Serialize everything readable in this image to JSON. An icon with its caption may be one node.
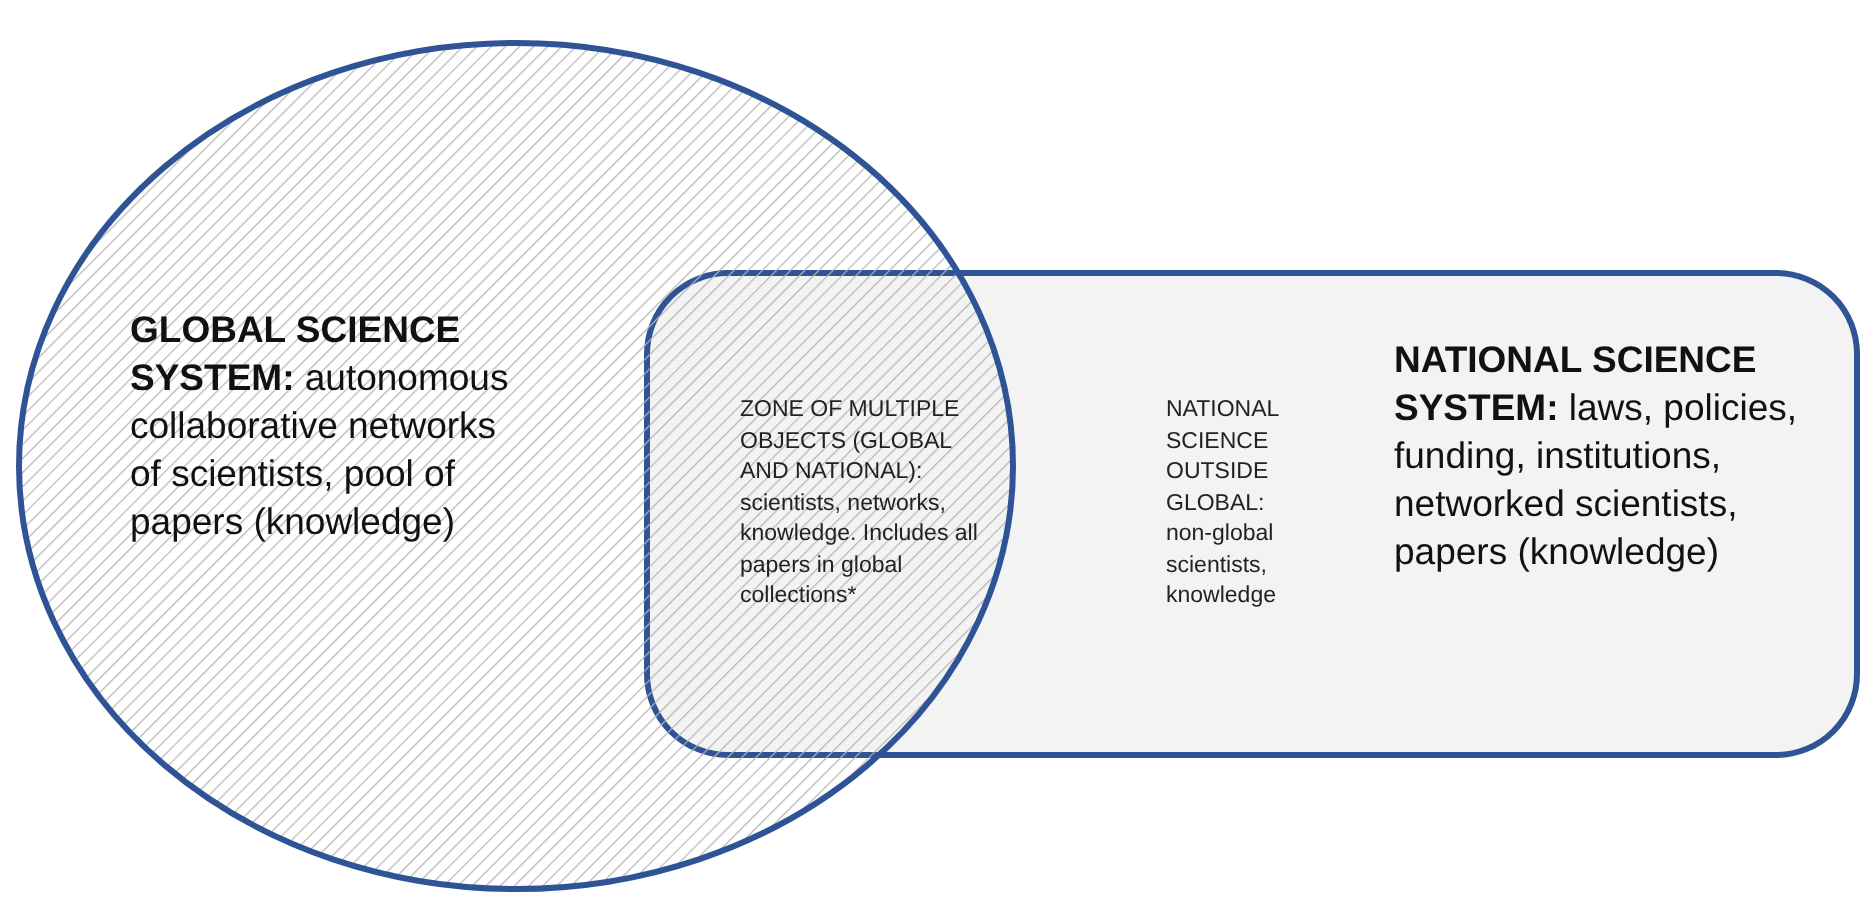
{
  "diagram": {
    "nodes": [
      {
        "text": [
          "**GLOBAL SCIENCE SYSTEM:** autonomous collaborative networks of scientists, pool of papers (knowledge)"
        ]
      },
      {
        "text": [
          "**NATIONAL SCIENCE SYSTEM:** laws, policies, funding, institutions, networked scientists, papers (knowledge)"
        ]
      }
    ],
    "labels": [
      "ZONE OF MULTIPLE OBJECTS (GLOBAL AND NATIONAL): scientists, networks, knowledge. Includes all papers in global collections*",
      "NATIONAL SCIENCE OUTSIDE GLOBAL: non-global scientists, knowledge"
    ]
  }
}
